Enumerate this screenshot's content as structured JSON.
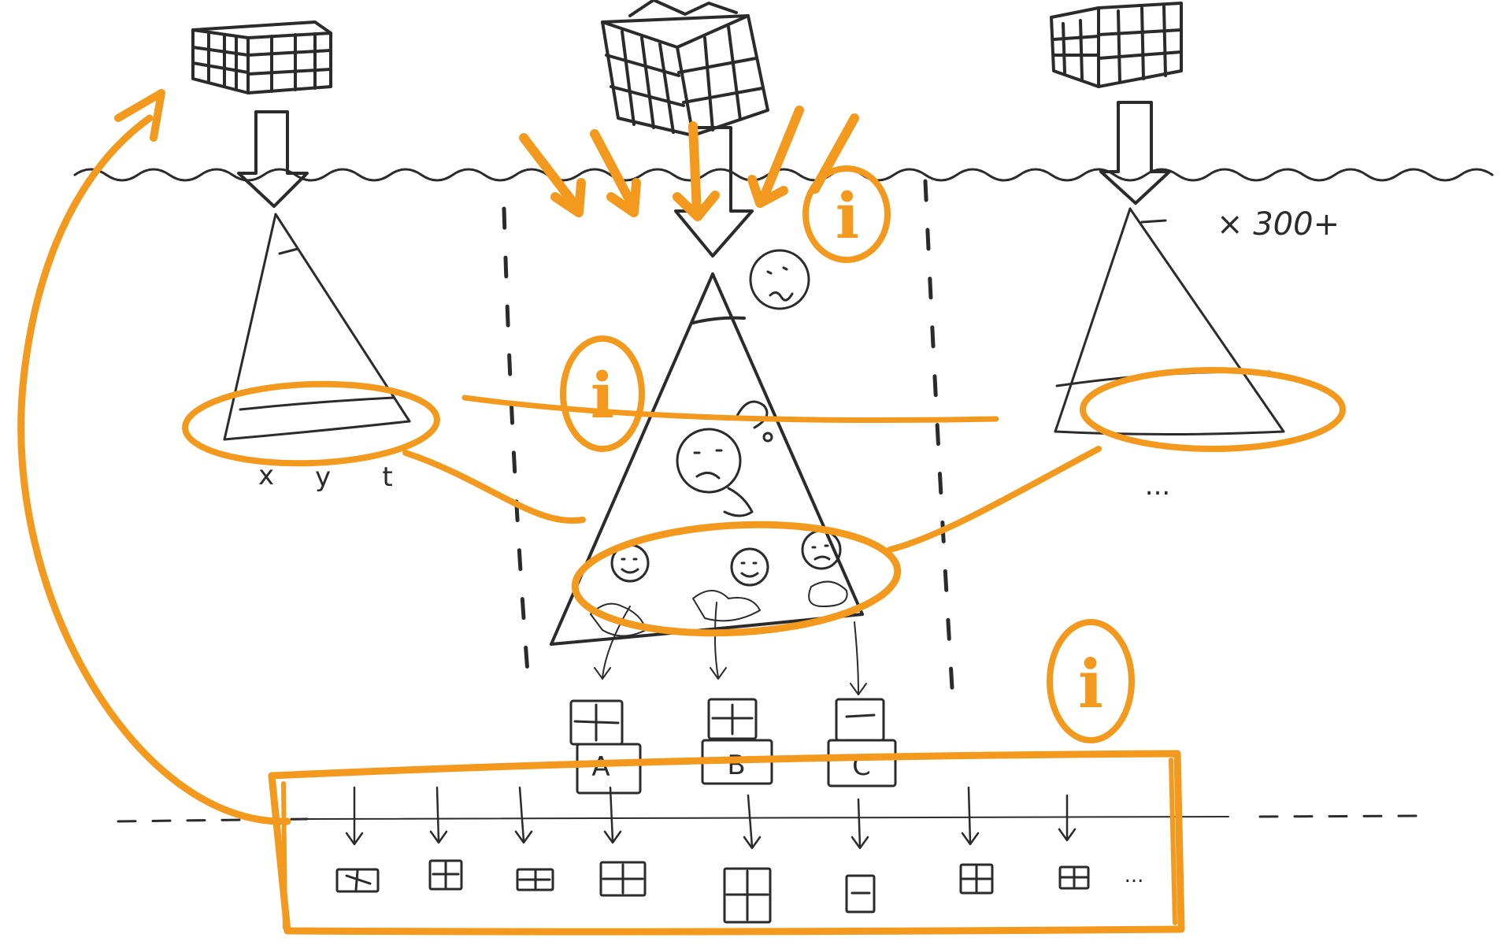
{
  "annotations": {
    "multiplier": "× 300+",
    "coordinate_labels": [
      "x",
      "y",
      "t"
    ],
    "ellipsis_right": "...",
    "tile_letters": [
      "A",
      "B",
      "C"
    ],
    "tiles_ellipsis": "...",
    "info_symbol": "i"
  },
  "colors": {
    "ink": "#2b2b2b",
    "highlight": "#f39a1e",
    "background": "#ffffff"
  }
}
